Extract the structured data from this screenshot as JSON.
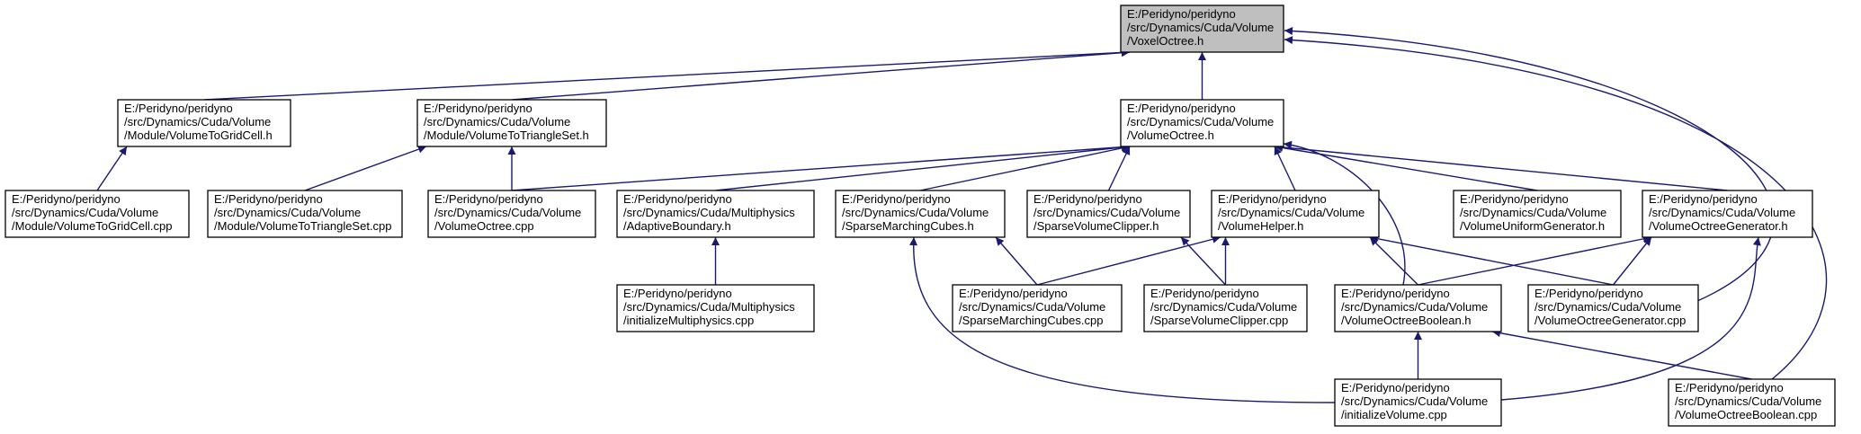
{
  "diagram": {
    "type": "include-dependency-graph",
    "colors": {
      "edge": "#191970",
      "root_fill": "#bfbfbf",
      "node_fill": "#ffffff",
      "node_border": "#000000"
    },
    "nodes": [
      {
        "id": "voxeloctree_h",
        "root": true,
        "lines": [
          "E:/Peridyno/peridyno",
          "/src/Dynamics/Cuda/Volume",
          "/VoxelOctree.h"
        ]
      },
      {
        "id": "volumetogridcell_h",
        "lines": [
          "E:/Peridyno/peridyno",
          "/src/Dynamics/Cuda/Volume",
          "/Module/VolumeToGridCell.h"
        ]
      },
      {
        "id": "volumetotriangleset_h",
        "lines": [
          "E:/Peridyno/peridyno",
          "/src/Dynamics/Cuda/Volume",
          "/Module/VolumeToTriangleSet.h"
        ]
      },
      {
        "id": "volumeoctree_h",
        "lines": [
          "E:/Peridyno/peridyno",
          "/src/Dynamics/Cuda/Volume",
          "/VolumeOctree.h"
        ]
      },
      {
        "id": "volumetogridcell_cpp",
        "lines": [
          "E:/Peridyno/peridyno",
          "/src/Dynamics/Cuda/Volume",
          "/Module/VolumeToGridCell.cpp"
        ]
      },
      {
        "id": "volumetotriangleset_cpp",
        "lines": [
          "E:/Peridyno/peridyno",
          "/src/Dynamics/Cuda/Volume",
          "/Module/VolumeToTriangleSet.cpp"
        ]
      },
      {
        "id": "volumeoctree_cpp",
        "lines": [
          "E:/Peridyno/peridyno",
          "/src/Dynamics/Cuda/Volume",
          "/VolumeOctree.cpp"
        ]
      },
      {
        "id": "adaptiveboundary_h",
        "lines": [
          "E:/Peridyno/peridyno",
          "/src/Dynamics/Cuda/Multiphysics",
          "/AdaptiveBoundary.h"
        ]
      },
      {
        "id": "sparsemarchingcubes_h",
        "lines": [
          "E:/Peridyno/peridyno",
          "/src/Dynamics/Cuda/Volume",
          "/SparseMarchingCubes.h"
        ]
      },
      {
        "id": "sparsevolumeclipper_h",
        "lines": [
          "E:/Peridyno/peridyno",
          "/src/Dynamics/Cuda/Volume",
          "/SparseVolumeClipper.h"
        ]
      },
      {
        "id": "volumehelper_h",
        "lines": [
          "E:/Peridyno/peridyno",
          "/src/Dynamics/Cuda/Volume",
          "/VolumeHelper.h"
        ]
      },
      {
        "id": "volumeuniformgenerator_h",
        "lines": [
          "E:/Peridyno/peridyno",
          "/src/Dynamics/Cuda/Volume",
          "/VolumeUniformGenerator.h"
        ]
      },
      {
        "id": "volumeoctreegenerator_h",
        "lines": [
          "E:/Peridyno/peridyno",
          "/src/Dynamics/Cuda/Volume",
          "/VolumeOctreeGenerator.h"
        ]
      },
      {
        "id": "initializemultiphysics_cpp",
        "lines": [
          "E:/Peridyno/peridyno",
          "/src/Dynamics/Cuda/Multiphysics",
          "/initializeMultiphysics.cpp"
        ]
      },
      {
        "id": "sparsemarchingcubes_cpp",
        "lines": [
          "E:/Peridyno/peridyno",
          "/src/Dynamics/Cuda/Volume",
          "/SparseMarchingCubes.cpp"
        ]
      },
      {
        "id": "sparsevolumeclipper_cpp",
        "lines": [
          "E:/Peridyno/peridyno",
          "/src/Dynamics/Cuda/Volume",
          "/SparseVolumeClipper.cpp"
        ]
      },
      {
        "id": "volumeoctreeboolean_h",
        "lines": [
          "E:/Peridyno/peridyno",
          "/src/Dynamics/Cuda/Volume",
          "/VolumeOctreeBoolean.h"
        ]
      },
      {
        "id": "volumeoctreegenerator_cpp",
        "lines": [
          "E:/Peridyno/peridyno",
          "/src/Dynamics/Cuda/Volume",
          "/VolumeOctreeGenerator.cpp"
        ]
      },
      {
        "id": "initializevolume_cpp",
        "lines": [
          "E:/Peridyno/peridyno",
          "/src/Dynamics/Cuda/Volume",
          "/initializeVolume.cpp"
        ]
      },
      {
        "id": "volumeoctreeboolean_cpp",
        "lines": [
          "E:/Peridyno/peridyno",
          "/src/Dynamics/Cuda/Volume",
          "/VolumeOctreeBoolean.cpp"
        ]
      }
    ],
    "edges": [
      {
        "from": "volumetogridcell_h",
        "to": "voxeloctree_h"
      },
      {
        "from": "volumetotriangleset_h",
        "to": "voxeloctree_h"
      },
      {
        "from": "volumeoctree_h",
        "to": "voxeloctree_h"
      },
      {
        "from": "volumeoctreegenerator_cpp",
        "to": "voxeloctree_h"
      },
      {
        "from": "volumeoctreeboolean_cpp",
        "to": "voxeloctree_h"
      },
      {
        "from": "volumetogridcell_cpp",
        "to": "volumetogridcell_h"
      },
      {
        "from": "volumetotriangleset_cpp",
        "to": "volumetotriangleset_h"
      },
      {
        "from": "volumeoctree_cpp",
        "to": "volumetotriangleset_h"
      },
      {
        "from": "volumeoctree_cpp",
        "to": "volumeoctree_h"
      },
      {
        "from": "adaptiveboundary_h",
        "to": "volumeoctree_h"
      },
      {
        "from": "sparsemarchingcubes_h",
        "to": "volumeoctree_h"
      },
      {
        "from": "sparsevolumeclipper_h",
        "to": "volumeoctree_h"
      },
      {
        "from": "volumehelper_h",
        "to": "volumeoctree_h"
      },
      {
        "from": "volumeuniformgenerator_h",
        "to": "volumeoctree_h"
      },
      {
        "from": "volumeoctreegenerator_h",
        "to": "volumeoctree_h"
      },
      {
        "from": "volumeoctreeboolean_h",
        "to": "volumeoctree_h"
      },
      {
        "from": "initializemultiphysics_cpp",
        "to": "adaptiveboundary_h"
      },
      {
        "from": "sparsemarchingcubes_cpp",
        "to": "sparsemarchingcubes_h"
      },
      {
        "from": "initializevolume_cpp",
        "to": "sparsemarchingcubes_h"
      },
      {
        "from": "sparsevolumeclipper_cpp",
        "to": "sparsevolumeclipper_h"
      },
      {
        "from": "sparsemarchingcubes_cpp",
        "to": "volumehelper_h"
      },
      {
        "from": "sparsevolumeclipper_cpp",
        "to": "volumehelper_h"
      },
      {
        "from": "volumeoctreeboolean_h",
        "to": "volumehelper_h"
      },
      {
        "from": "volumeoctreegenerator_cpp",
        "to": "volumehelper_h"
      },
      {
        "from": "volumeoctreeboolean_h",
        "to": "volumeoctreegenerator_h"
      },
      {
        "from": "volumeoctreegenerator_cpp",
        "to": "volumeoctreegenerator_h"
      },
      {
        "from": "initializevolume_cpp",
        "to": "volumeoctreegenerator_h"
      },
      {
        "from": "initializevolume_cpp",
        "to": "volumeoctreeboolean_h"
      },
      {
        "from": "volumeoctreeboolean_cpp",
        "to": "volumeoctreeboolean_h"
      }
    ]
  }
}
